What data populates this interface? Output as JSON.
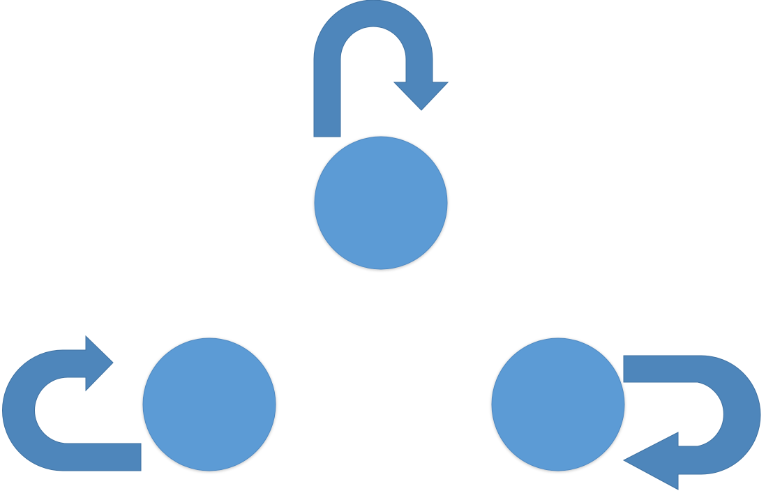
{
  "diagram": {
    "colors": {
      "background": "#ffffff",
      "node_fill": "#5b9bd5",
      "node_stroke": "#4f88c0",
      "arrow_fill": "#4e86bb",
      "arrow_stroke": "#3e70a0"
    },
    "nodes": [
      {
        "id": "top-node",
        "self_loop": "clockwise"
      },
      {
        "id": "left-node",
        "self_loop": "clockwise"
      },
      {
        "id": "right-node",
        "self_loop": "clockwise"
      }
    ]
  }
}
